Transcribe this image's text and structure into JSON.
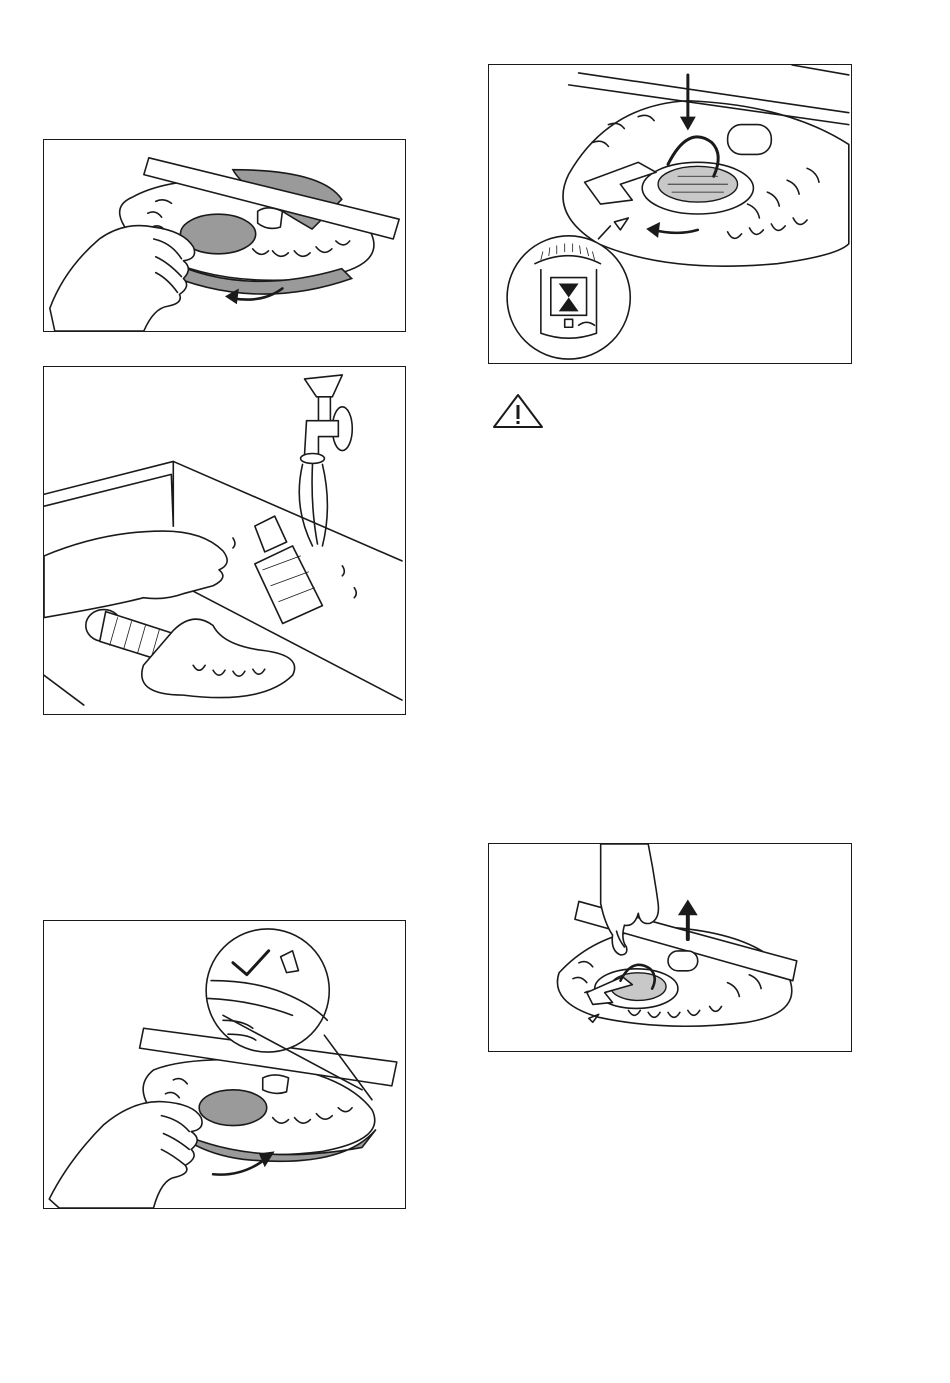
{
  "page": {
    "background": "#ffffff",
    "line_color": "#1a1a1a",
    "fill_gray": "#9a9a9a"
  },
  "figures": [
    {
      "id": "fig1",
      "depicts": "hand-turning-filter-anticlockwise-under-spray-arm"
    },
    {
      "id": "fig2",
      "depicts": "rinsing-filters-under-tap"
    },
    {
      "id": "fig3",
      "depicts": "refitting-flat-filter-with-checkmark-inset"
    },
    {
      "id": "fig4",
      "depicts": "inserting-filter-and-locking-with-inset"
    },
    {
      "id": "fig5",
      "depicts": "lifting-spray-arm-to-check"
    }
  ],
  "icons": {
    "warning": "warning-triangle-icon"
  }
}
